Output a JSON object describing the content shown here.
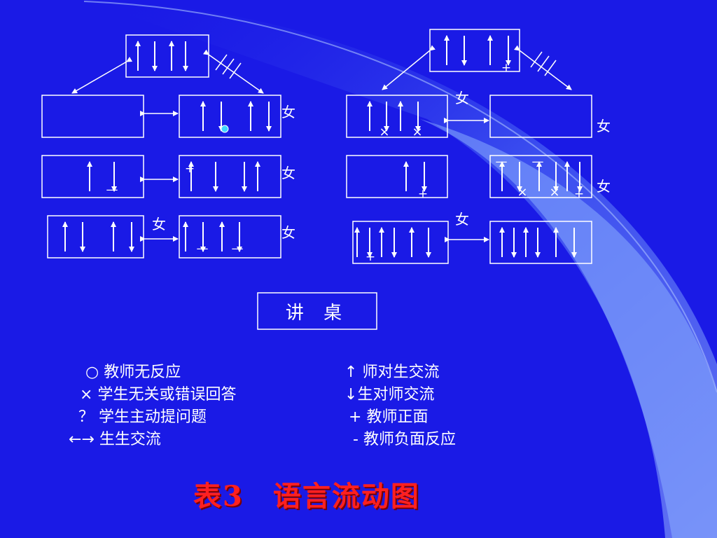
{
  "gender_label": "女",
  "podium_label": "讲 桌",
  "marks": {
    "plus": "+",
    "minus": "—",
    "cross": "×"
  },
  "legend": [
    {
      "symbol": "○",
      "text": "教师无反应"
    },
    {
      "symbol": "×",
      "text": "学生无关或错误回答"
    },
    {
      "symbol": "？",
      "text": "学生主动提问题"
    },
    {
      "symbol": "←→",
      "text": "生生交流"
    },
    {
      "symbol": "↑",
      "text": "师对生交流"
    },
    {
      "symbol": "↓",
      "text": "生对师交流"
    },
    {
      "symbol": "+",
      "text": "教师正面"
    },
    {
      "symbol": "-",
      "text": "教师负面反应"
    }
  ],
  "caption": "表3　语言流动图",
  "colors": {
    "background": "#1a1ae6",
    "line": "#ffffff",
    "caption": "#ff2020",
    "dot": "#3fd7ff"
  }
}
